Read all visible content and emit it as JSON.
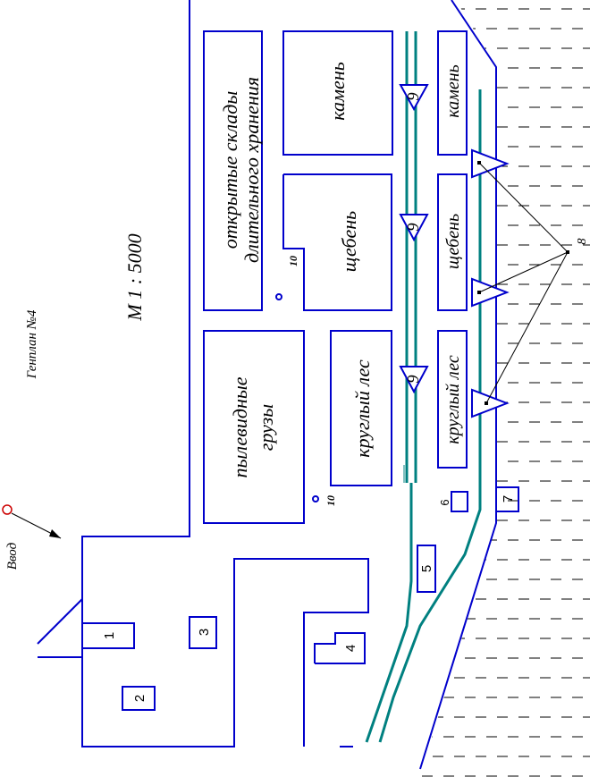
{
  "title": "Генплан №4",
  "scale": "М 1 : 5000",
  "entry_label": "Ввод",
  "colors": {
    "outline": "#0000cc",
    "rail": "#008080",
    "water_hatch": "#000000",
    "marker": "#0000cc"
  },
  "warehouses": {
    "open_storage": [
      "открытые склады",
      "длительного хранения"
    ],
    "stone_main": "камень",
    "rubble_main": "щебень",
    "dusty_cargo": [
      "пылевидные",
      "грузы"
    ],
    "round_wood_main": "круглый лес",
    "stone_berth": "камень",
    "rubble_berth": "щебень",
    "round_wood_berth": "круглый лес"
  },
  "buildings": {
    "b1": "1",
    "b2": "2",
    "b3": "3",
    "b4": "4",
    "b5": "5",
    "b6": "6",
    "b7": "7"
  },
  "cranes": {
    "crane_label": "9",
    "portal_label": "8"
  },
  "hydrants": {
    "label": "10"
  }
}
